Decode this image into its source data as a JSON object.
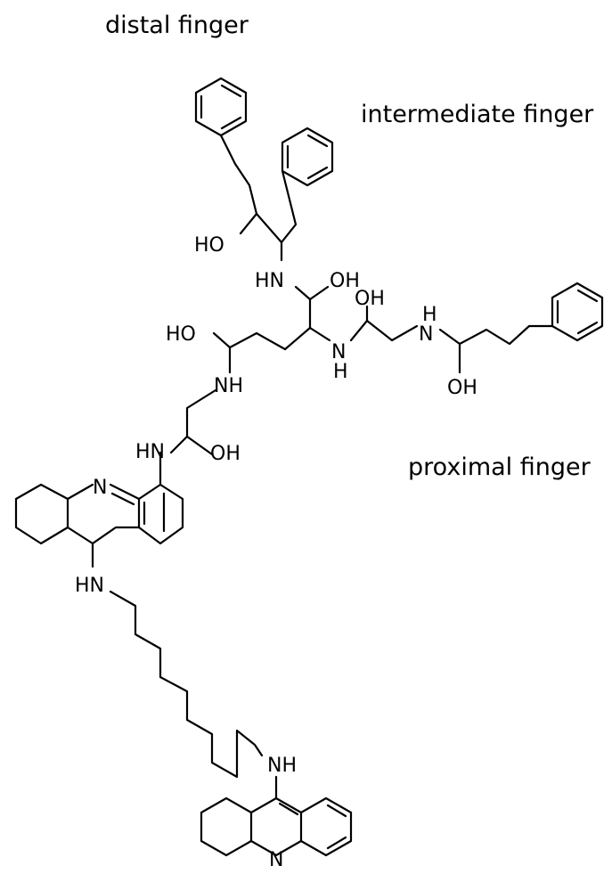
{
  "labels": {
    "distal": "distal finger",
    "intermediate": "intermediate finger",
    "proximal": "proximal finger"
  },
  "atoms": {
    "ho_top": "HO",
    "hn_top": "HN",
    "oh_top": "OH",
    "ho_left": "HO",
    "n_mid": "N",
    "h_mid": "H",
    "oh_mid": "OH",
    "h_right": "H",
    "n_right": "N",
    "oh_right": "OH",
    "nh_a": "NH",
    "hn_b": "HN",
    "oh_b": "OH",
    "n_acr1": "N",
    "hn_link": "HN",
    "nh_link": "NH",
    "n_acr2": "N"
  }
}
